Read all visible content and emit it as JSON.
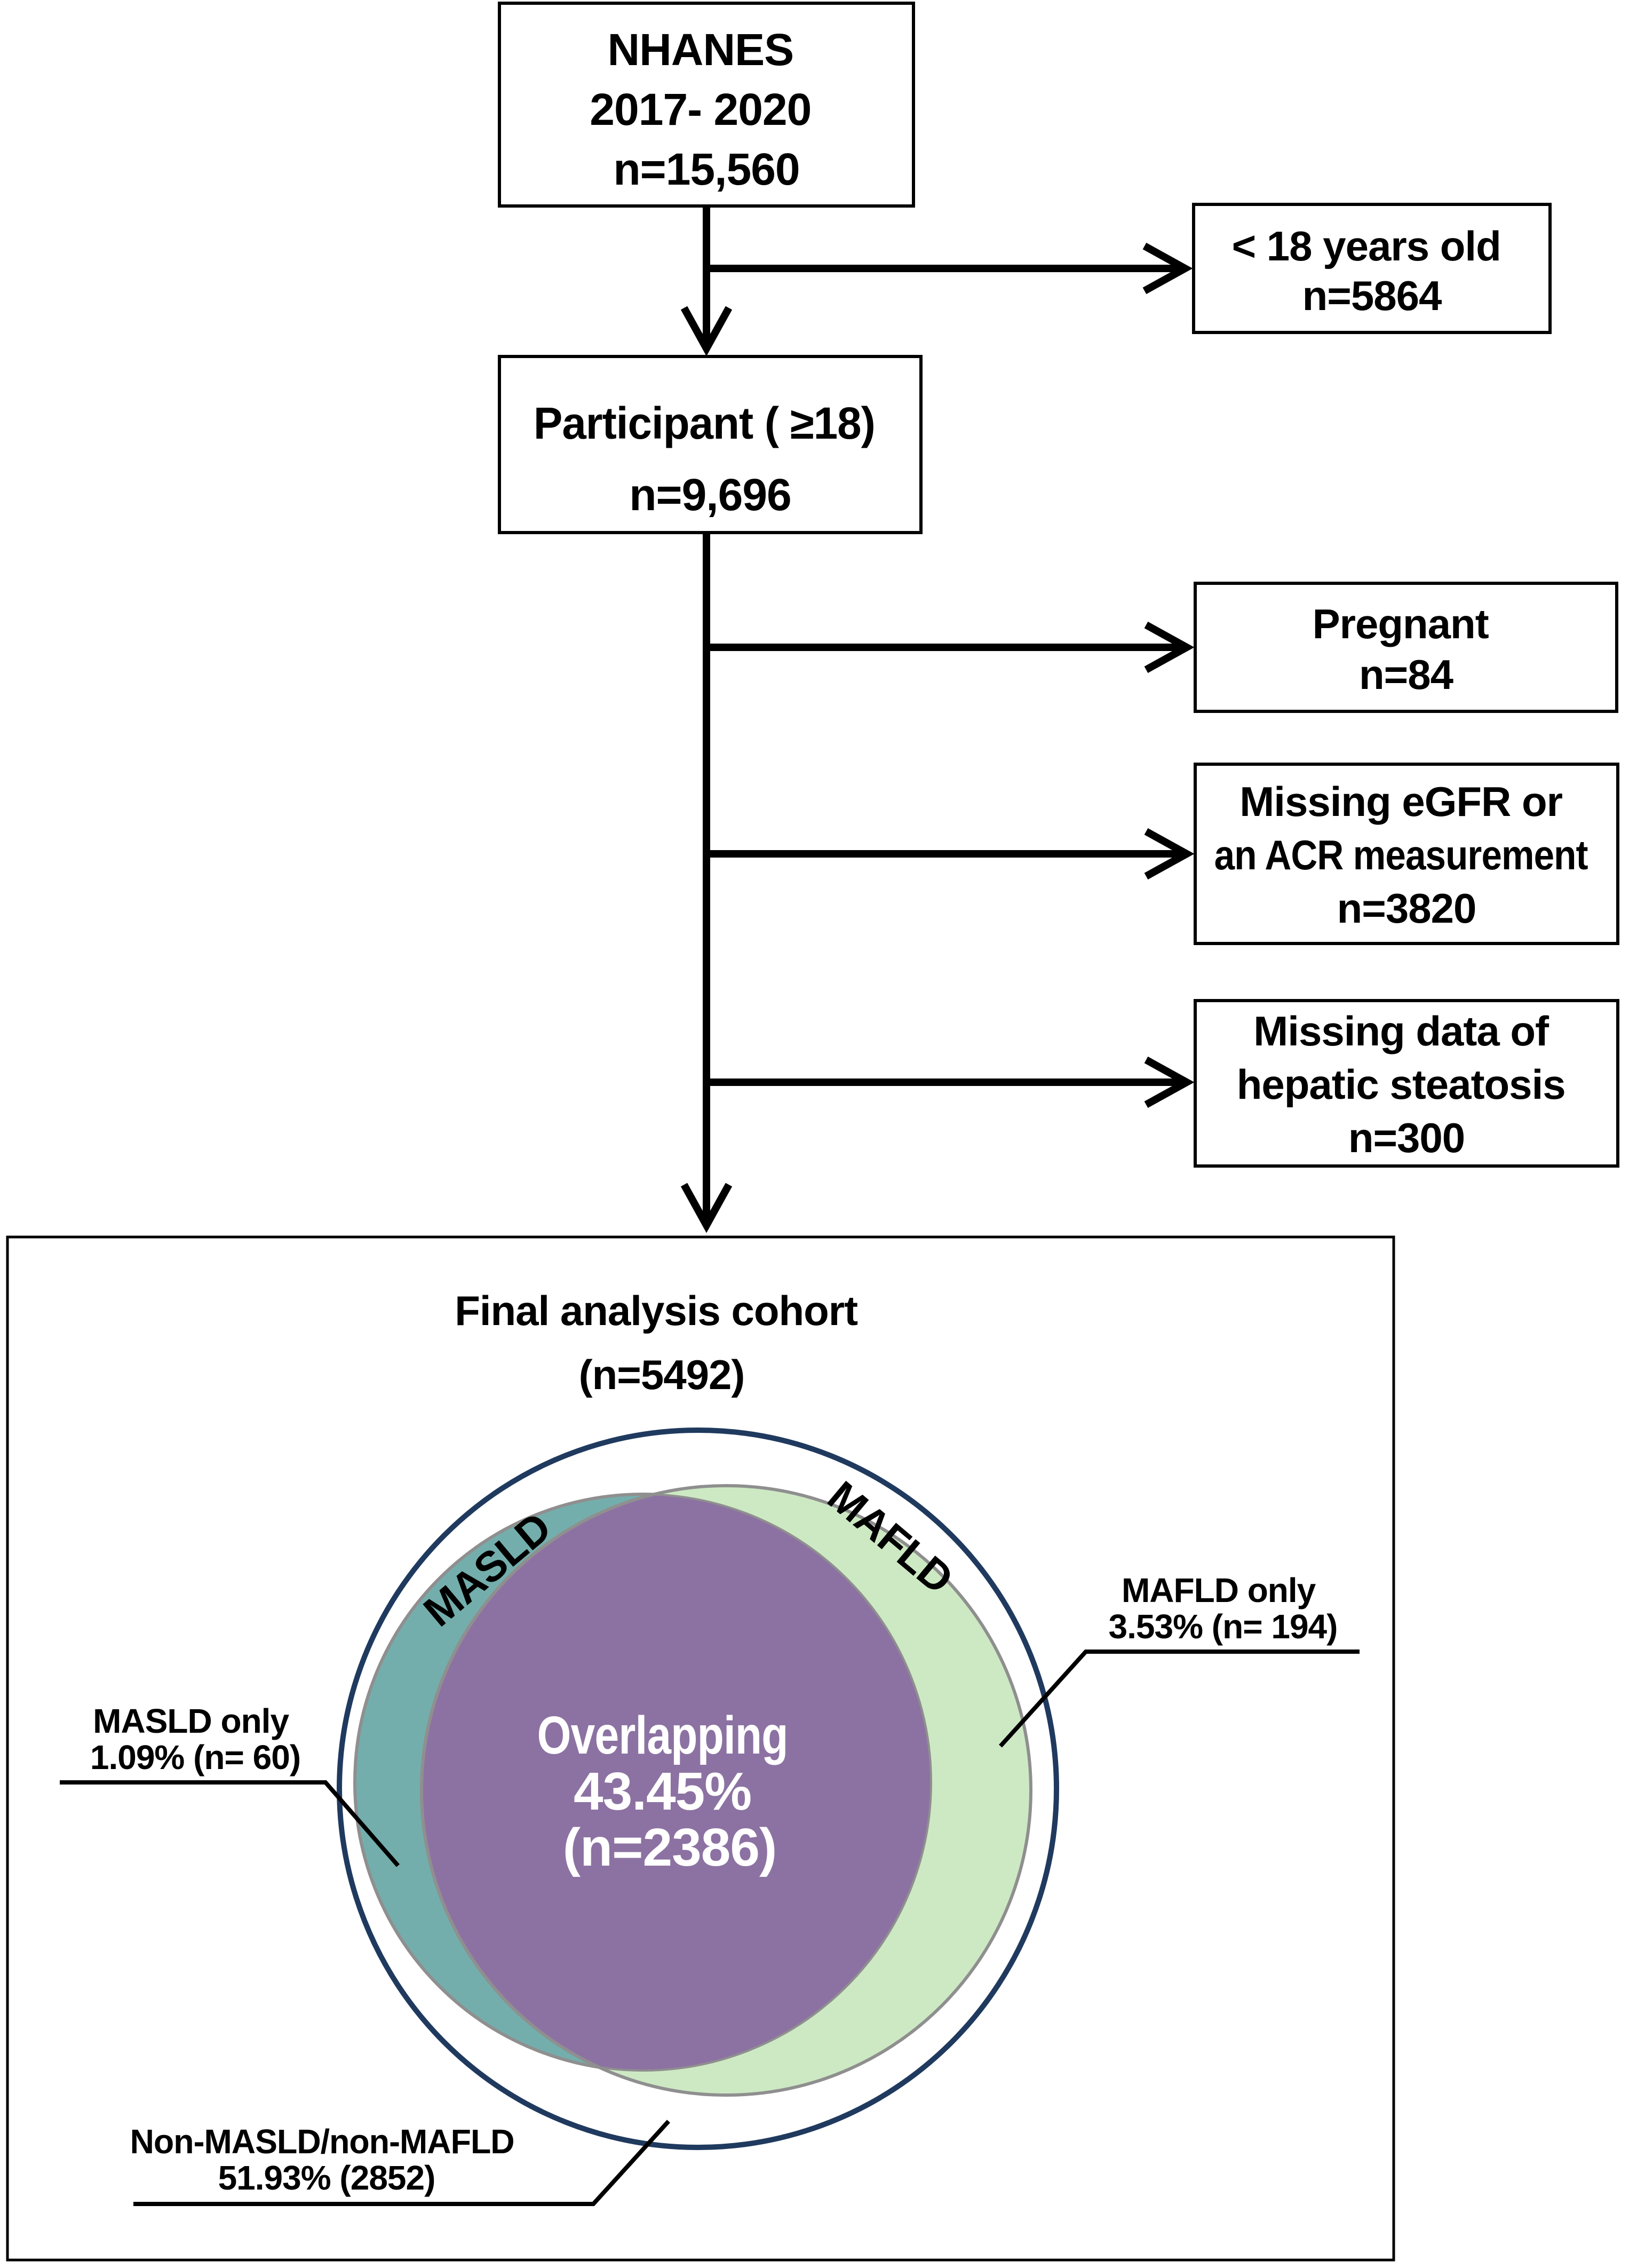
{
  "flow": {
    "boxes": [
      {
        "name": "nhanes",
        "lines": [
          "NHANES",
          "2017- 2020",
          "n=15,560"
        ]
      },
      {
        "name": "under-18",
        "lines": [
          "< 18 years old",
          "n=5864"
        ]
      },
      {
        "name": "participants-18plus",
        "lines": [
          "Participant ( ≥18)",
          "n=9,696"
        ]
      },
      {
        "name": "pregnant",
        "lines": [
          "Pregnant",
          "n=84"
        ]
      },
      {
        "name": "missing-egfr-acr",
        "lines": [
          "Missing eGFR or",
          "an ACR measurement",
          "n=3820"
        ]
      },
      {
        "name": "missing-hepatic-steatosis",
        "lines": [
          "Missing data of",
          "hepatic steatosis",
          "n=300"
        ]
      }
    ]
  },
  "final_panel": {
    "title_lines": [
      "Final analysis cohort",
      "(n=5492)"
    ],
    "venn": {
      "masld_label": "MASLD",
      "mafld_label": "MAFLD",
      "overlap_lines": [
        "Overlapping",
        "43.45%",
        "(n=2386)"
      ],
      "masld_only_lines": [
        "MASLD only",
        "1.09% (n= 60)"
      ],
      "mafld_only_lines": [
        "MAFLD only",
        "3.53% (n= 194)"
      ],
      "non_both_lines": [
        "Non-MASLD/non-MAFLD",
        "51.93% (2852)"
      ],
      "colors": {
        "outer_ring": "#1F3A5E",
        "masld": "#73AEAC",
        "mafld": "#CDE9C4",
        "overlap": "#8C72A2",
        "circle_stroke": "#8F8F8F",
        "line": "#000000"
      }
    }
  }
}
